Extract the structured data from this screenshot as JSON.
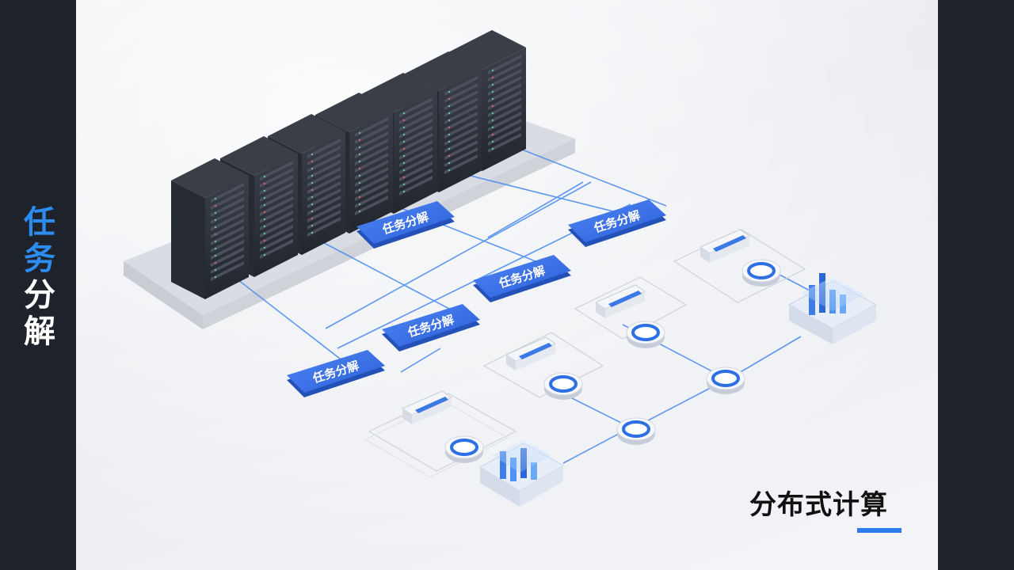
{
  "side_title": [
    "任",
    "务",
    "分",
    "解"
  ],
  "caption": "分布式计算",
  "task_tiles": [
    "任务分解",
    "任务分解",
    "任务分解",
    "任务分解",
    "任务分解"
  ],
  "colors": {
    "accent_blue": "#2d8cf0",
    "tile_blue": "#3b72e6",
    "dark_frame": "#1d222b",
    "rack_dark": "#2b2f38",
    "caption_rule": "#2d7bf0"
  }
}
